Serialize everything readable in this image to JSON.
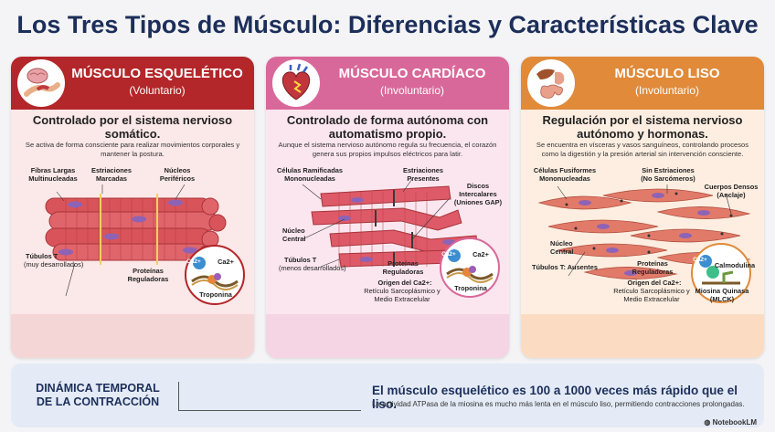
{
  "title": "Los Tres Tipos de Músculo: Diferencias y Características Clave",
  "cards": [
    {
      "name": "MÚSCULO ESQUELÉTICO",
      "type": "(Voluntario)",
      "icon": "brain-arm-icon",
      "subtitle": "Controlado por el sistema nervioso somático.",
      "description": "Se activa de forma consciente para realizar movimientos corporales y mantener la postura.",
      "labels": {
        "fibers": "Fibras Largas Multinucleadas",
        "striations": "Estriaciones Marcadas",
        "nuclei": "Núcleos Periféricos",
        "tubules": "Túbulos T",
        "tubules_note": "(muy desarrollados)",
        "proteins": "Proteínas Reguladoras",
        "inset_ion": "Ca2+",
        "inset_ion_badge": "Ca2+",
        "inset_protein": "Troponina"
      }
    },
    {
      "name": "MÚSCULO CARDÍACO",
      "type": "(Involuntario)",
      "icon": "heart-icon",
      "subtitle": "Controlado de forma autónoma con automatismo propio.",
      "description": "Aunque el sistema nervioso autónomo regula su frecuencia, el corazón genera sus propios impulsos eléctricos para latir.",
      "labels": {
        "cells": "Células Ramificadas Mononucleadas",
        "striations": "Estriaciones Presentes",
        "discs": "Discos Intercalares (Uniones GAP)",
        "nucleus": "Núcleo Central",
        "tubules": "Túbulos T",
        "tubules_note": "(menos desarrollados)",
        "proteins": "Proteínas Reguladoras",
        "origin_title": "Origen del Ca2+:",
        "origin_text": "Retículo Sarcoplásmico y Medio Extracelular",
        "inset_ion": "Ca2+",
        "inset_ion_badge": "Ca2+",
        "inset_protein": "Troponina"
      }
    },
    {
      "name": "MÚSCULO LISO",
      "type": "(Involuntario)",
      "icon": "organs-icon",
      "subtitle": "Regulación por el sistema nervioso autónomo y hormonas.",
      "description": "Se encuentra en vísceras y vasos sanguíneos, controlando procesos como la digestión y la presión arterial sin intervención consciente.",
      "labels": {
        "cells": "Células Fusiformes Mononucleadas",
        "no_striations": "Sin Estriaciones (No Sarcómeros)",
        "dense_bodies": "Cuerpos Densos (Anclaje)",
        "nucleus": "Núcleo Central",
        "tubules": "Túbulos T: Ausentes",
        "proteins": "Proteínas Reguladoras",
        "origin_title": "Origen del Ca2+:",
        "origin_text": "Retículo Sarcoplásmico y Medio Extracelular",
        "inset_ion_badge": "Ca2+",
        "inset_protein_1": "Calmodulina",
        "inset_protein_2": "Miosina Quinasa (MLCK)"
      }
    }
  ],
  "footer": {
    "title": "DINÁMICA TEMPORAL DE LA CONTRACCIÓN",
    "main": "El músculo esquelético es 100 a 1000 veces más rápido que el liso.",
    "sub": "La actividad ATPasa de la miosina es mucho más lenta en el músculo liso, permitiendo contracciones prolongadas.",
    "brand": "NotebookLM"
  },
  "colors": {
    "skeletal": "#b3262a",
    "cardiac": "#d9689a",
    "smooth": "#e08a3a",
    "title": "#1c2e5a"
  }
}
